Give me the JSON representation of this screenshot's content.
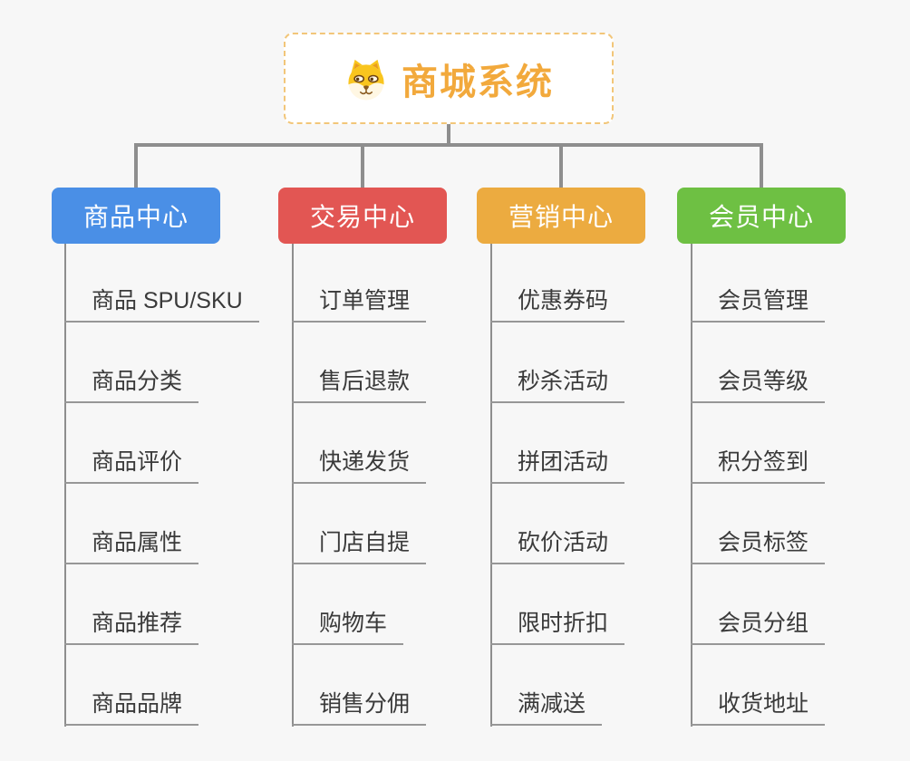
{
  "canvas": {
    "background_color": "#F7F7F7",
    "connector_color": "#8E8E8E"
  },
  "root": {
    "label": "商城系统",
    "icon": "shiba-dog-face-icon",
    "text_color": "#F2A93C",
    "border_color": "#F2C679"
  },
  "branches": [
    {
      "label": "商品中心",
      "color": "#4A8FE6",
      "items": [
        "商品 SPU/SKU",
        "商品分类",
        "商品评价",
        "商品属性",
        "商品推荐",
        "商品品牌"
      ]
    },
    {
      "label": "交易中心",
      "color": "#E25653",
      "items": [
        "订单管理",
        "售后退款",
        "快递发货",
        "门店自提",
        "购物车",
        "销售分佣"
      ]
    },
    {
      "label": "营销中心",
      "color": "#ECAB40",
      "items": [
        "优惠券码",
        "秒杀活动",
        "拼团活动",
        "砍价活动",
        "限时折扣",
        "满减送"
      ]
    },
    {
      "label": "会员中心",
      "color": "#6EC043",
      "items": [
        "会员管理",
        "会员等级",
        "积分签到",
        "会员标签",
        "会员分组",
        "收货地址"
      ]
    }
  ]
}
